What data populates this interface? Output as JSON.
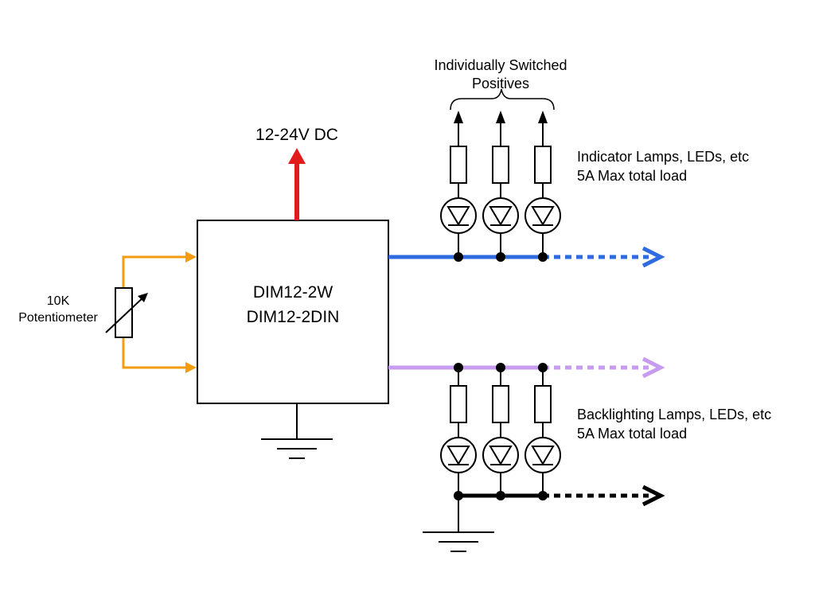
{
  "module": {
    "line1": "DIM12-2W",
    "line2": "DIM12-2DIN"
  },
  "supply": {
    "label": "12-24V DC",
    "color": "#e31b1b"
  },
  "potentiometer": {
    "line1": "10K",
    "line2": "Potentiometer",
    "color": "#f39c12"
  },
  "switched": {
    "line1": "Individually Switched",
    "line2": "Positives"
  },
  "indicator": {
    "line1": "Indicator Lamps, LEDs, etc",
    "line2": "5A Max total load",
    "color": "#2f6be0"
  },
  "backlight": {
    "line1": "Backlighting Lamps, LEDs, etc",
    "line2": "5A Max total load",
    "color": "#c79bf0"
  },
  "ground": {
    "color": "#000000"
  }
}
